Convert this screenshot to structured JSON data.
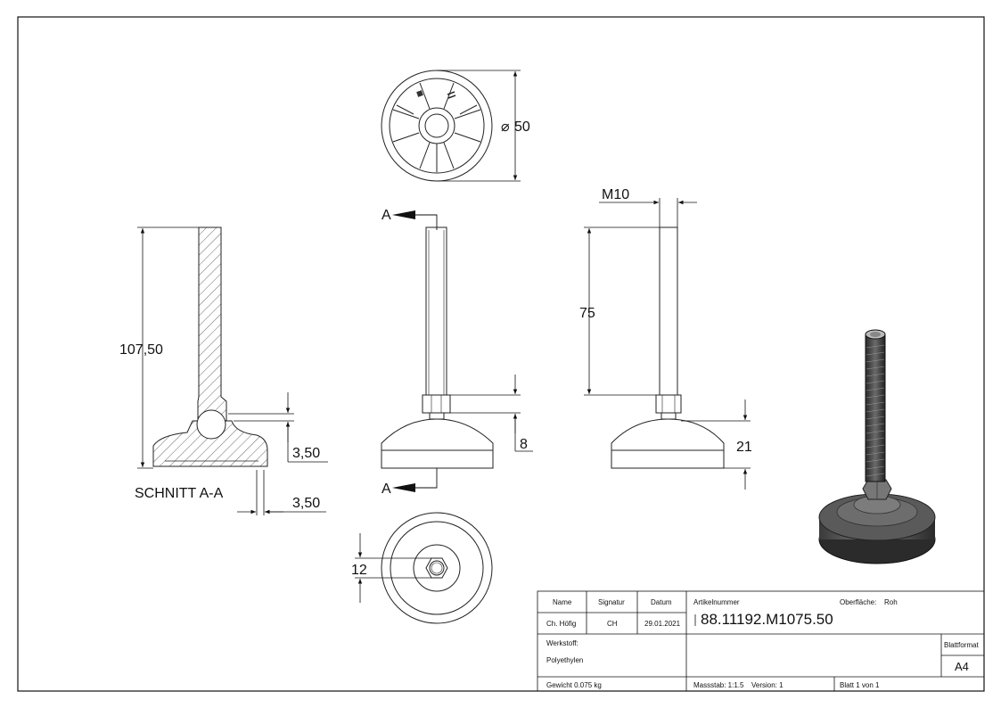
{
  "dimensions": {
    "diameter": "50",
    "thread": "M10",
    "total_height": "107,50",
    "stem_length": "75",
    "nut_height": "8",
    "foot_height": "21",
    "section_offset_top": "3,50",
    "section_offset_bottom": "3,50",
    "hex_size": "12"
  },
  "section": {
    "marker": "A",
    "caption": "SCHNITT A-A"
  },
  "title_block": {
    "col_name": "Name",
    "col_signatur": "Signatur",
    "col_datum": "Datum",
    "name_value": "Ch. Höfig",
    "signatur_value": "CH",
    "datum_value": "29.01.2021",
    "artikel_label": "Artikelnummer",
    "artikel_number": "88.11192.M1075.50",
    "oberflaeche_label": "Oberfläche:",
    "oberflaeche_value": "Roh",
    "werkstoff_label": "Werkstoff:",
    "werkstoff_value": "Polyethylen",
    "blattformat_label": "Blattformat",
    "blattformat_value": "A4",
    "gewicht": "Gewicht 0.075 kg",
    "massstab": "Massstab: 1:1.5",
    "version": "Version: 1",
    "blatt": "Blatt 1 von 1"
  }
}
